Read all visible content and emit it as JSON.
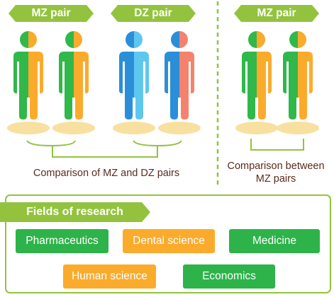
{
  "colors": {
    "green": "#30b84a",
    "light_green": "#93c33e",
    "orange": "#fbab2c",
    "blue": "#2a8fd8",
    "light_blue": "#5ec7f0",
    "salmon": "#f5826c",
    "shadow": "#f8e0a0"
  },
  "pairs": {
    "mz_left": "MZ pair",
    "dz": "DZ pair",
    "mz_right": "MZ pair"
  },
  "captions": {
    "left": "Comparison of MZ and DZ pairs",
    "right_line1": "Comparison between",
    "right_line2": "MZ pairs"
  },
  "fields": {
    "title": "Fields of research",
    "items": [
      {
        "label": "Pharmaceutics",
        "color": "green"
      },
      {
        "label": "Dental science",
        "color": "orange"
      },
      {
        "label": "Medicine",
        "color": "green"
      },
      {
        "label": "Human science",
        "color": "orange"
      },
      {
        "label": "Economics",
        "color": "green"
      }
    ]
  }
}
